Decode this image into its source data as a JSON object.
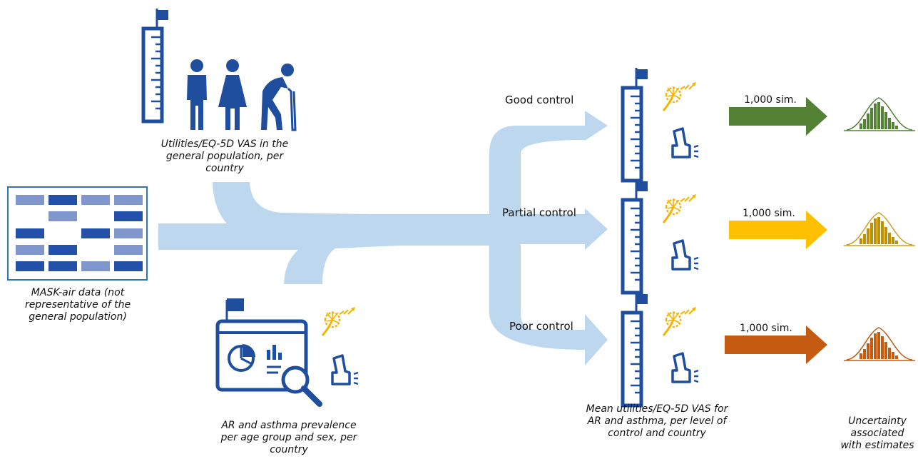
{
  "captions": {
    "general_population": "Utilities/EQ-5D VAS in the general population, per country",
    "mask_air": "MASK-air data (not representative of the general population)",
    "prevalence": "AR and asthma prevalence per age group and sex, per country",
    "mean_utilities": "Mean utilities/EQ-5D VAS for AR and asthma, per level of control and country",
    "uncertainty": "Uncertainty associated with estimates"
  },
  "branches": [
    {
      "label": "Good control",
      "sim_label": "1,000 sim.",
      "color": "#548235"
    },
    {
      "label": "Partial control",
      "sim_label": "1,000 sim.",
      "color": "#ffc000"
    },
    {
      "label": "Poor control",
      "sim_label": "1,000 sim.",
      "color": "#c55a11"
    }
  ],
  "colors": {
    "flow": "#bdd7ee",
    "icon_blue": "#1f4e9e",
    "table_dark": "#2350a8",
    "table_light": "#7f97cc",
    "pollen": "#f4b400"
  },
  "icons": [
    "ruler-flag-icon",
    "man-icon",
    "woman-icon",
    "elderly-icon",
    "data-table-icon",
    "report-magnifier-icon",
    "pollen-icon",
    "inhaler-icon",
    "distribution-icon"
  ]
}
